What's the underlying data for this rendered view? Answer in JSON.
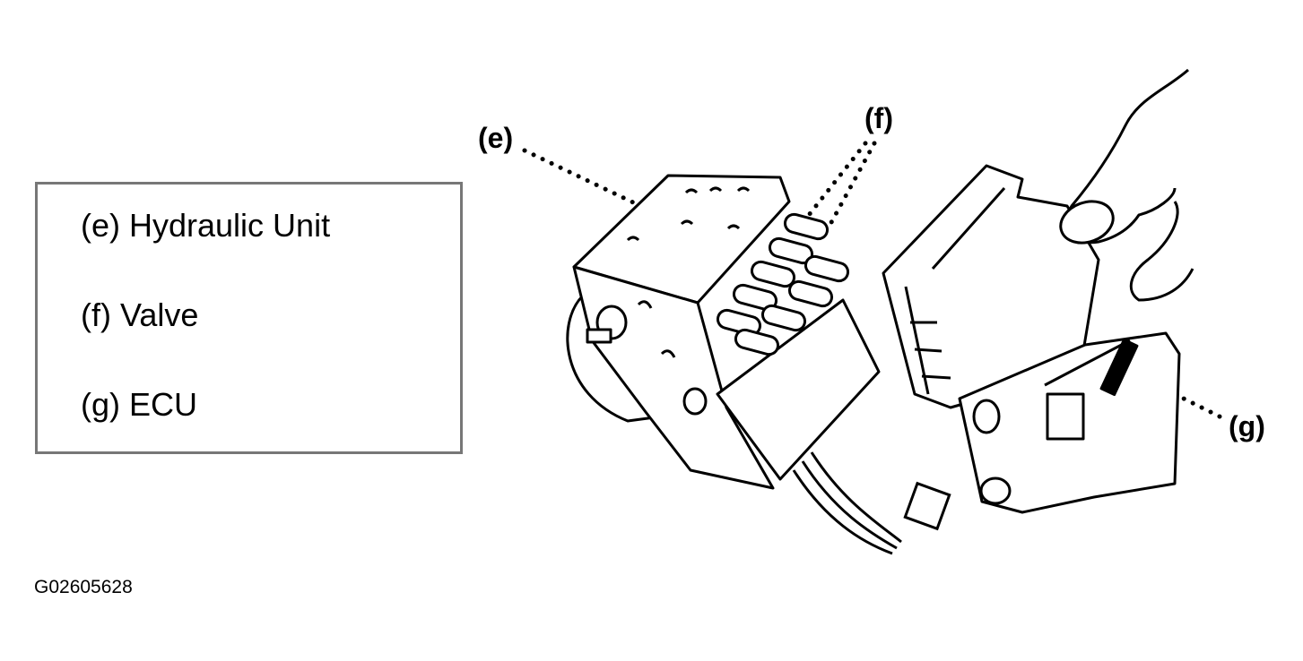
{
  "legend": {
    "items": [
      {
        "code": "(e)",
        "text": "(e) Hydraulic Unit"
      },
      {
        "code": "(f)",
        "text": "(f) Valve"
      },
      {
        "code": "(g)",
        "text": "(g) ECU"
      }
    ]
  },
  "callouts": {
    "e": "(e)",
    "f": "(f)",
    "g": "(g)"
  },
  "figure_id": "G02605628",
  "colors": {
    "line": "#000000",
    "legend_border": "#777777",
    "background": "#ffffff"
  }
}
